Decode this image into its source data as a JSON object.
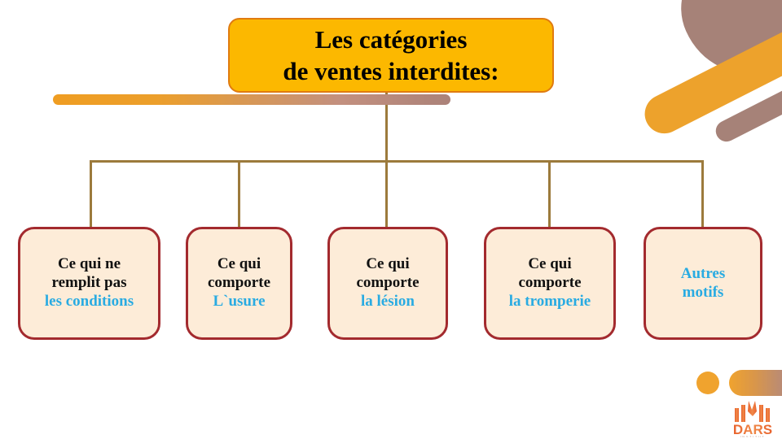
{
  "slide": {
    "title": {
      "lines": [
        "Les catégories",
        "de ventes interdites:"
      ],
      "fill_color": "#fcb800",
      "border_color": "#e07b10",
      "text_color": "#000000"
    },
    "accent_bar": {
      "name": "title-underline-bar",
      "gradient_from": "#ef9d22",
      "gradient_to": "#ab8279"
    },
    "connector_color": "#9c7a3c",
    "boxes": [
      {
        "id": "conditions",
        "lines": [
          {
            "text": "Ce qui ne",
            "color": "#111111"
          },
          {
            "text": "remplit pas",
            "color": "#111111"
          },
          {
            "text": "les conditions",
            "color": "#29abe2"
          }
        ]
      },
      {
        "id": "usure",
        "lines": [
          {
            "text": "Ce qui",
            "color": "#111111"
          },
          {
            "text": "comporte",
            "color": "#111111"
          },
          {
            "text": "L`usure",
            "color": "#29abe2"
          }
        ]
      },
      {
        "id": "lesion",
        "lines": [
          {
            "text": "Ce qui",
            "color": "#111111"
          },
          {
            "text": "comporte",
            "color": "#111111"
          },
          {
            "text": "la lésion",
            "color": "#29abe2"
          }
        ]
      },
      {
        "id": "tromperie",
        "lines": [
          {
            "text": "Ce qui",
            "color": "#111111"
          },
          {
            "text": "comporte",
            "color": "#111111"
          },
          {
            "text": "la tromperie",
            "color": "#29abe2"
          }
        ]
      },
      {
        "id": "autres-motifs",
        "lines": [
          {
            "text": "Autres",
            "color": "#29abe2"
          },
          {
            "text": "motifs",
            "color": "#29abe2"
          }
        ]
      }
    ],
    "box_style": {
      "fill_color": "#fdecd8",
      "border_color": "#a32a2e"
    },
    "decorations": {
      "mauve_color": "#a68278",
      "orange_color": "#eda22c",
      "circle_color": "#f0a32e"
    },
    "logo": {
      "name": "DARS",
      "subtitle": "INSTITUT",
      "color": "#e8612c"
    }
  }
}
